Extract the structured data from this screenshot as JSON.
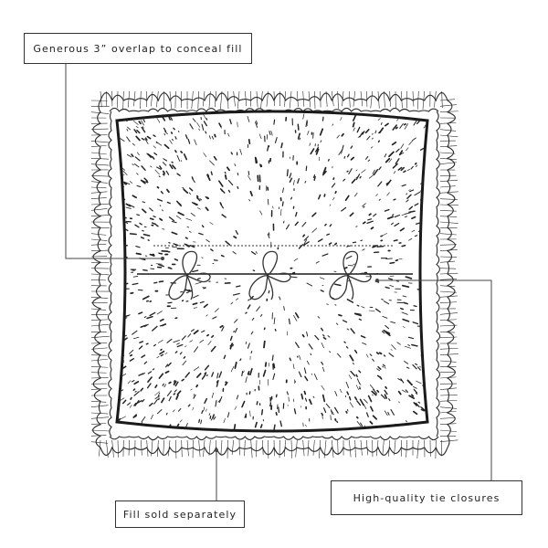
{
  "callouts": {
    "overlap": "Generous 3” overlap to conceal  fill",
    "fill": "Fill sold separately",
    "ties": "High-quality tie closures"
  },
  "colors": {
    "line": "#1f1f1f",
    "ink": "#2b2b2b",
    "background": "#ffffff"
  },
  "illustration": {
    "subject": "square-pillow-with-ruffled-edge",
    "tie_count": 3
  }
}
